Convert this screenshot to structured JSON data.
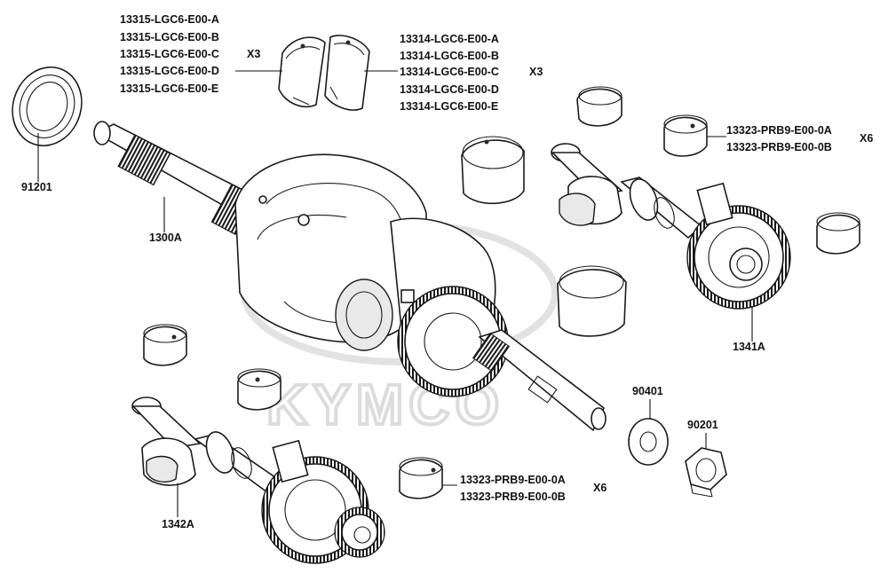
{
  "watermark": {
    "text": "KYMCO"
  },
  "labels": {
    "bearing_top_left": [
      "13315-LGC6-E00-A",
      "13315-LGC6-E00-B",
      "13315-LGC6-E00-C",
      "13315-LGC6-E00-D",
      "13315-LGC6-E00-E"
    ],
    "bearing_top_left_qty": "X3",
    "bearing_top_right": [
      "13314-LGC6-E00-A",
      "13314-LGC6-E00-B",
      "13314-LGC6-E00-C",
      "13314-LGC6-E00-D",
      "13314-LGC6-E00-E"
    ],
    "bearing_top_right_qty": "X3",
    "oil_seal": "91201",
    "crankshaft": "1300A",
    "balancer_bearing_top": [
      "13323-PRB9-E00-0A",
      "13323-PRB9-E00-0B"
    ],
    "balancer_bearing_top_qty": "X6",
    "balancer_upper": "1341A",
    "washer": "90401",
    "nut": "90201",
    "balancer_bearing_bottom": [
      "13323-PRB9-E00-0A",
      "13323-PRB9-E00-0B"
    ],
    "balancer_bearing_bottom_qty": "X6",
    "balancer_lower": "1342A"
  }
}
